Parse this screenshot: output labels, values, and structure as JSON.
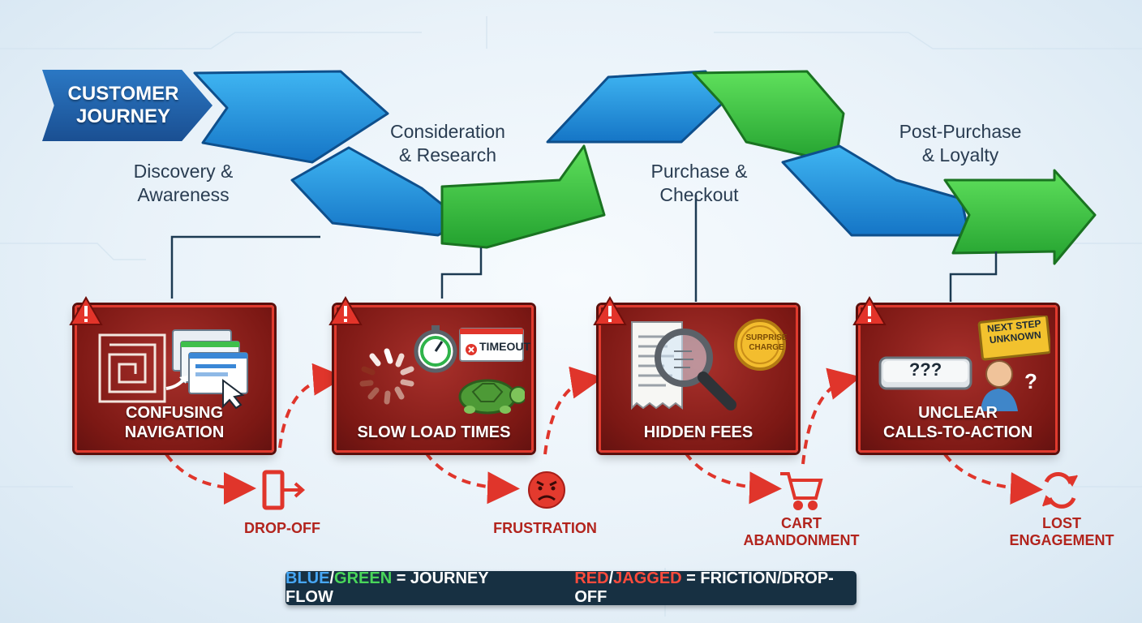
{
  "title": "CUSTOMER JOURNEY",
  "stages": [
    {
      "label": "Discovery &\nAwareness"
    },
    {
      "label": "Consideration\n& Research"
    },
    {
      "label": "Purchase &\nCheckout"
    },
    {
      "label": "Post-Purchase\n& Loyalty"
    }
  ],
  "friction_points": [
    {
      "title": "CONFUSING\nNAVIGATION",
      "icons": [
        "maze-icon",
        "stacked-windows-icon",
        "cursor-icon"
      ],
      "outcome": "DROP-OFF",
      "outcome_icon": "exit-door-icon"
    },
    {
      "title": "SLOW LOAD TIMES",
      "icons": [
        "loading-spinner-icon",
        "stopwatch-icon",
        "turtle-icon"
      ],
      "timeout_label": "TIMEOUT",
      "outcome": "FRUSTRATION",
      "outcome_icon": "angry-face-icon"
    },
    {
      "title": "HIDDEN FEES",
      "icons": [
        "receipt-icon",
        "magnifier-icon",
        "coin-icon"
      ],
      "coin_label": "SURPRISE\nCHARGE",
      "outcome": "CART\nABANDONMENT",
      "outcome_icon": "shopping-cart-icon"
    },
    {
      "title": "UNCLEAR\nCALLS-TO-ACTION",
      "icons": [
        "unclear-button-icon",
        "confused-person-icon",
        "sign-icon"
      ],
      "button_label": "???",
      "sign_label": "NEXT STEP\nUNKNOWN",
      "outcome": "LOST\nENGAGEMENT",
      "outcome_icon": "refresh-arrows-icon"
    }
  ],
  "legend": {
    "blue": "BLUE",
    "slash1": "/",
    "green": "GREEN",
    "eq1": " = JOURNEY FLOW",
    "red": "RED",
    "slash2": "/",
    "jagged": "JAGGED",
    "eq2": " = FRICTION/DROP-OFF"
  },
  "colors": {
    "journey_blue": "#1f8fd8",
    "journey_green": "#3dbb3e",
    "friction_red": "#8c1e19",
    "accent_red": "#e03a2e"
  }
}
